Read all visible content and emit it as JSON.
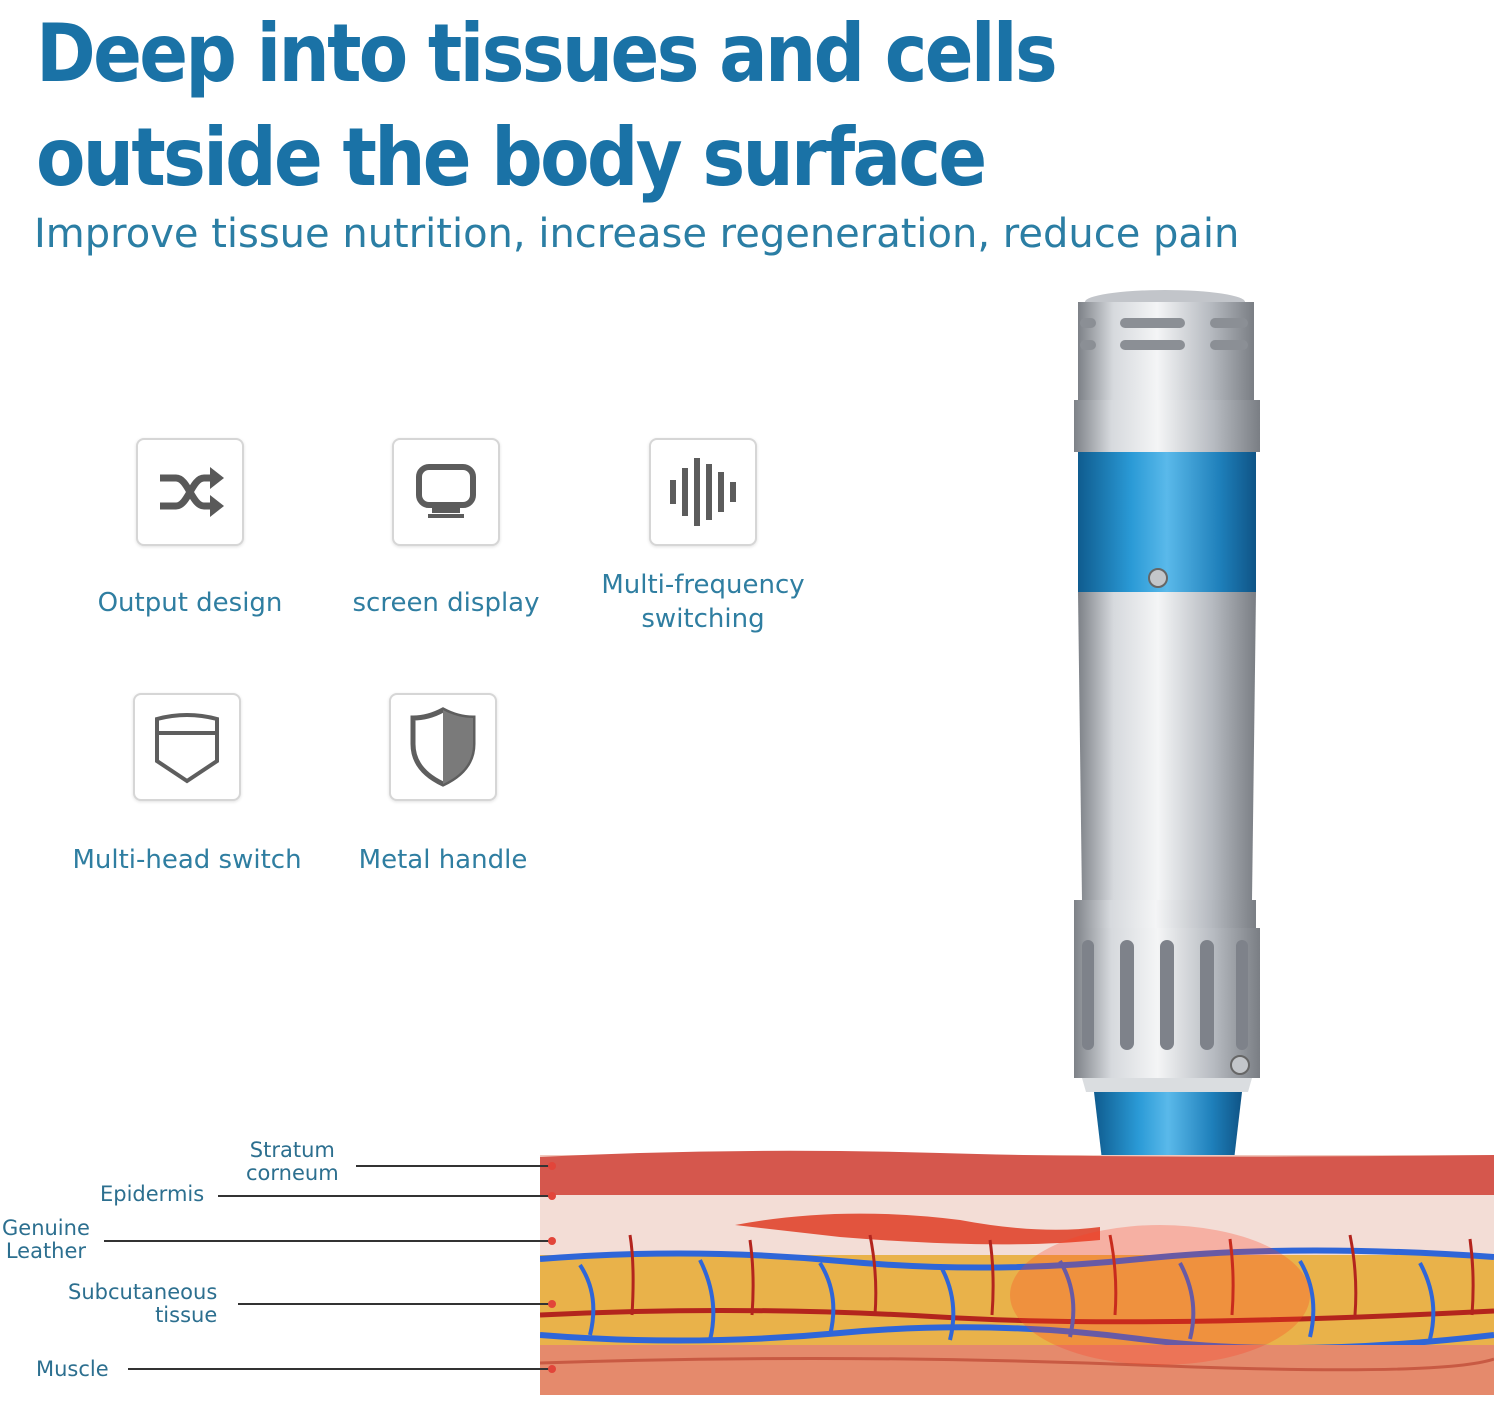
{
  "header": {
    "title": "Deep into tissues and cells outside the body surface",
    "subtitle": "Improve tissue nutrition, increase regeneration, reduce pain"
  },
  "features": [
    {
      "label": "Output design",
      "icon": "shuffle-icon"
    },
    {
      "label": "screen display",
      "icon": "monitor-icon"
    },
    {
      "label": "Multi-frequency\nswitching",
      "icon": "sound-wave-icon"
    },
    {
      "label": "Multi-head switch",
      "icon": "head-outline-icon"
    },
    {
      "label": "Metal handle",
      "icon": "shield-icon"
    }
  ],
  "skin_layers": [
    {
      "label": "Stratum\ncorneum"
    },
    {
      "label": "Epidermis"
    },
    {
      "label": "Genuine\nLeather"
    },
    {
      "label": "Subcutaneous\ntissue"
    },
    {
      "label": "Muscle"
    }
  ],
  "colors": {
    "title": "#1a72a6",
    "text": "#2f7ea1",
    "device_blue": "#1e86c0",
    "device_silver": "#c9ccd1",
    "skin_red": "#d5574d",
    "fat_yellow": "#e9b24a",
    "vein_blue": "#2f66d8"
  }
}
